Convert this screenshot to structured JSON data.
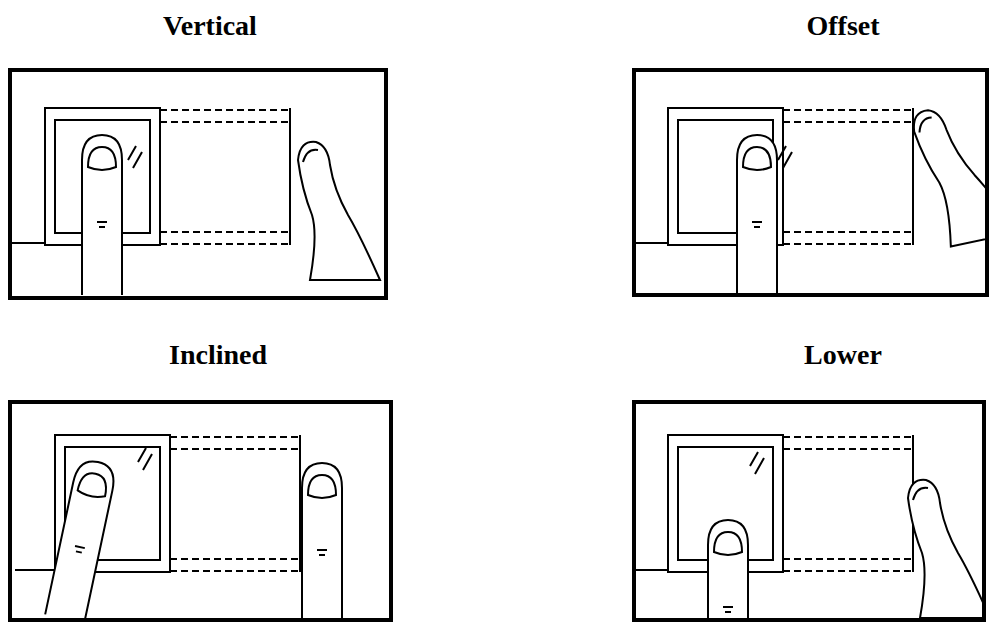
{
  "diagram": {
    "nodes": [
      {
        "text": [
          "Vertical"
        ]
      },
      {
        "text": [
          "Offset"
        ]
      },
      {
        "text": [
          "Inclined"
        ]
      },
      {
        "text": [
          "Lower"
        ]
      }
    ]
  }
}
